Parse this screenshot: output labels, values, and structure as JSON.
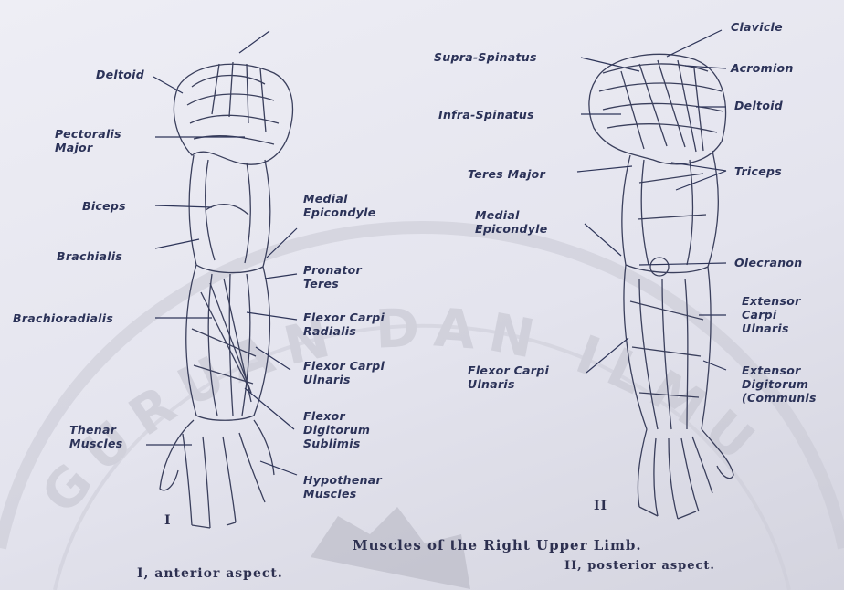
{
  "figure": {
    "caption_line1": "Muscles of the Right Upper Limb.",
    "caption_i": "I, anterior aspect.",
    "caption_ii": "II, posterior aspect.",
    "numeral_i": "I",
    "numeral_ii": "II"
  },
  "anterior_labels": {
    "deltoid": "Deltoid",
    "pectoralis_major": "Pectoralis\nMajor",
    "biceps": "Biceps",
    "brachialis": "Brachialis",
    "brachioradialis": "Brachioradialis",
    "thenar_muscles": "Thenar\nMuscles",
    "medial_epicondyle": "Medial\nEpicondyle",
    "pronator_teres": "Pronator\nTeres",
    "flexor_carpi_radialis": "Flexor Carpi\nRadialis",
    "flexor_carpi_ulnaris": "Flexor Carpi\nUlnaris",
    "flexor_digitorum_sublimis": "Flexor\nDigitorum\nSublimis",
    "hypothenar_muscles": "Hypothenar\nMuscles"
  },
  "posterior_labels": {
    "supra_spinatus": "Supra-Spinatus",
    "infra_spinatus": "Infra-Spinatus",
    "teres_major": "Teres Major",
    "medial_epicondyle": "Medial\nEpicondyle",
    "flexor_carpi_ulnaris": "Flexor Carpi\nUlnaris",
    "clavicle": "Clavicle",
    "acromion": "Acromion",
    "deltoid": "Deltoid",
    "triceps": "Triceps",
    "olecranon": "Olecranon",
    "extensor_carpi_ulnaris": "Extensor\nCarpi\nUlnaris",
    "extensor_digitorum": "Extensor\nDigitorum\n(Communis"
  },
  "watermark": {
    "text": "GURUAN DAN ILMU"
  },
  "colors": {
    "ink": "#2b3258",
    "paper": "#e6e6ef",
    "watermark": "#c4c4d0"
  }
}
